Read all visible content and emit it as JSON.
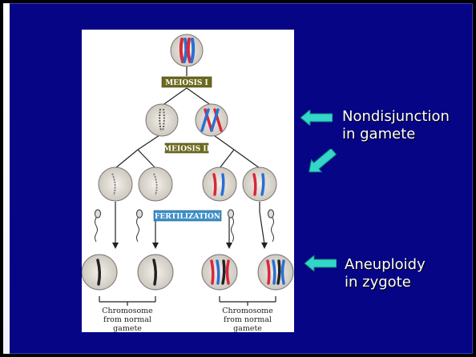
{
  "figure": {
    "labels": {
      "meiosis_1": "MEIOSIS I",
      "meiosis_2": "MEIOSIS II",
      "fertilization": "FERTILIZATION"
    },
    "captions": {
      "left": [
        "Chromosome",
        "from normal",
        "gamete"
      ],
      "right": [
        "Chromosome",
        "from normal",
        "gamete"
      ]
    }
  },
  "annotations": {
    "nondisjunction": [
      "Nondisjunction",
      "in gamete"
    ],
    "aneuploidy": [
      "Aneuploidy",
      "in zygote"
    ]
  },
  "icons": {
    "annotation_arrow": "cyan-left-arrow-icon",
    "diagonal_arrow": "cyan-down-left-arrow-icon"
  },
  "colors": {
    "slide_background": "#050585",
    "arrow": "#33d6c8",
    "label_meiosis": "#6b6b1e",
    "label_fertilization": "#3d8fc7",
    "chromosome_red": "#d8283a",
    "chromosome_blue": "#2a6fd6"
  }
}
